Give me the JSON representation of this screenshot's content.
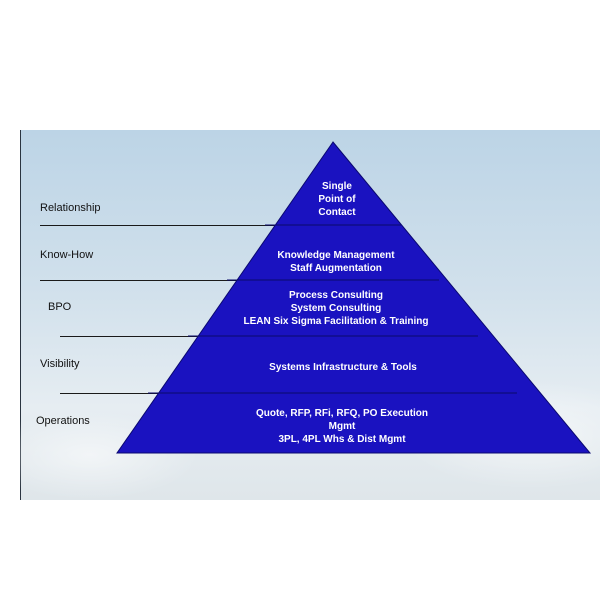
{
  "levels": [
    {
      "label": "Relationship",
      "lines": [
        "Single",
        "Point of",
        "Contact"
      ]
    },
    {
      "label": "Know-How",
      "lines": [
        "Knowledge Management",
        "Staff Augmentation"
      ]
    },
    {
      "label": "BPO",
      "lines": [
        "Process Consulting",
        "System Consulting",
        "LEAN Six Sigma Facilitation & Training"
      ]
    },
    {
      "label": "Visibility",
      "lines": [
        "Systems Infrastructure & Tools"
      ]
    },
    {
      "label": "Operations",
      "lines": [
        "Quote,  RFP,  RFi, RFQ, PO Execution",
        "Mgmt",
        "3PL, 4PL Whs & Dist Mgmt"
      ]
    }
  ],
  "colors": {
    "pyramid_fill": "#1a12c0",
    "pyramid_stroke": "#0a0870",
    "text": "#ffffff"
  }
}
